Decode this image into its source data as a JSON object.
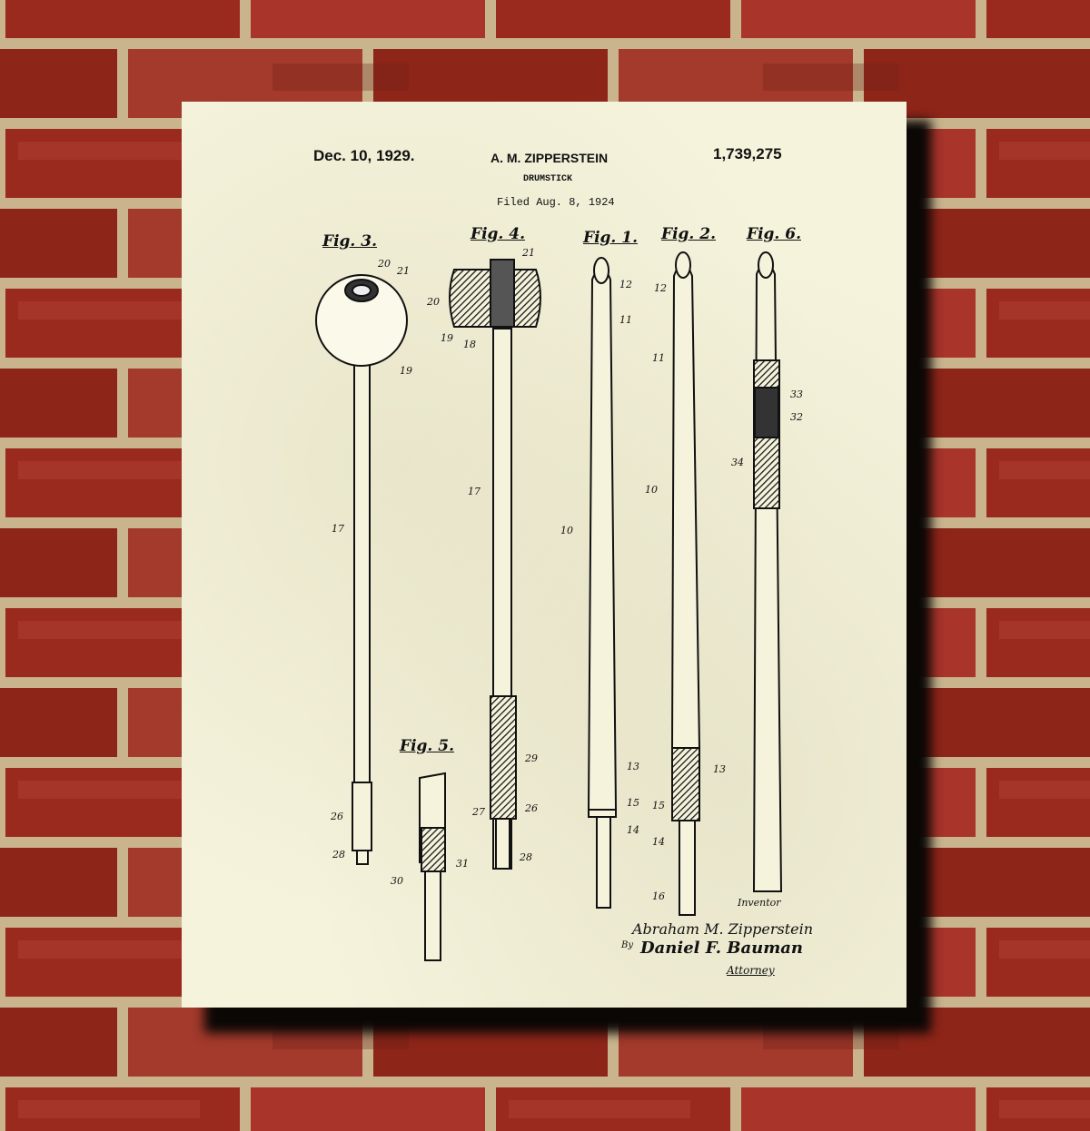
{
  "colors": {
    "brick": "#9b2a1e",
    "mortar": "#c9b48e",
    "paper": "#f5f3dc",
    "ink": "#111111"
  },
  "patent": {
    "date": "Dec. 10, 1929.",
    "inventor_header": "A. M. ZIPPERSTEIN",
    "number": "1,739,275",
    "title": "DRUMSTICK",
    "filed": "Filed Aug. 8, 1924"
  },
  "figures": [
    "Fig. 3.",
    "Fig. 4.",
    "Fig. 1.",
    "Fig. 2.",
    "Fig. 6.",
    "Fig. 5."
  ],
  "labels": [
    "20",
    "21",
    "19",
    "17",
    "26",
    "28",
    "21",
    "20",
    "19",
    "18",
    "17",
    "29",
    "27",
    "26",
    "28",
    "12",
    "11",
    "10",
    "13",
    "15",
    "14",
    "12",
    "11",
    "10",
    "13",
    "15",
    "14",
    "16",
    "33",
    "32",
    "34",
    "30",
    "31"
  ],
  "signature": {
    "inventor_caption": "Inventor",
    "inventor_name": "Abraham M. Zipperstein",
    "by": "By",
    "attorney_name": "Daniel F. Bauman",
    "attorney_caption": "Attorney"
  }
}
